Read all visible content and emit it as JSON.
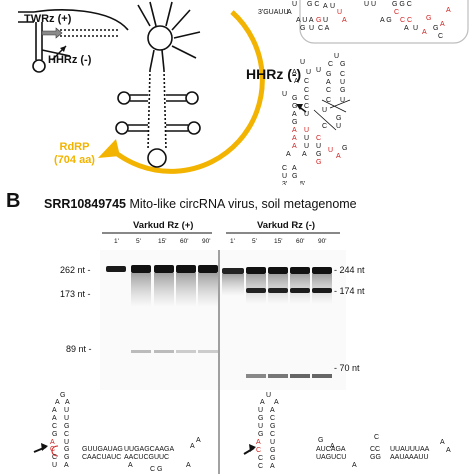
{
  "panel_a": {
    "labels": {
      "twrz": "TWRz (+)",
      "hhrz_minus_small": "HHRz (-)",
      "rdrp_name": "RdRP",
      "rdrp_len": "(704 aa)",
      "hhrz_title": "HHRz (-)"
    },
    "colors": {
      "rdrp": "#f2b400",
      "highlight": "#d21f1f"
    }
  },
  "panel_b": {
    "letter": "B",
    "title_id": "SRR10849745",
    "title_rest": " Mito-like circRNA virus, soil metagenome",
    "gel_plus": {
      "title": "Varkud Rz (+)",
      "timepoints": [
        "1'",
        "5'",
        "15'",
        "60'",
        "90'"
      ],
      "markers": [
        "262 nt -",
        "173 nt -",
        "89 nt -"
      ]
    },
    "gel_minus": {
      "title": "Varkud Rz (-)",
      "timepoints": [
        "1'",
        "5'",
        "15'",
        "60'",
        "90'"
      ],
      "markers": [
        "- 244 nt",
        "- 174 nt",
        "- 70 nt"
      ]
    }
  }
}
